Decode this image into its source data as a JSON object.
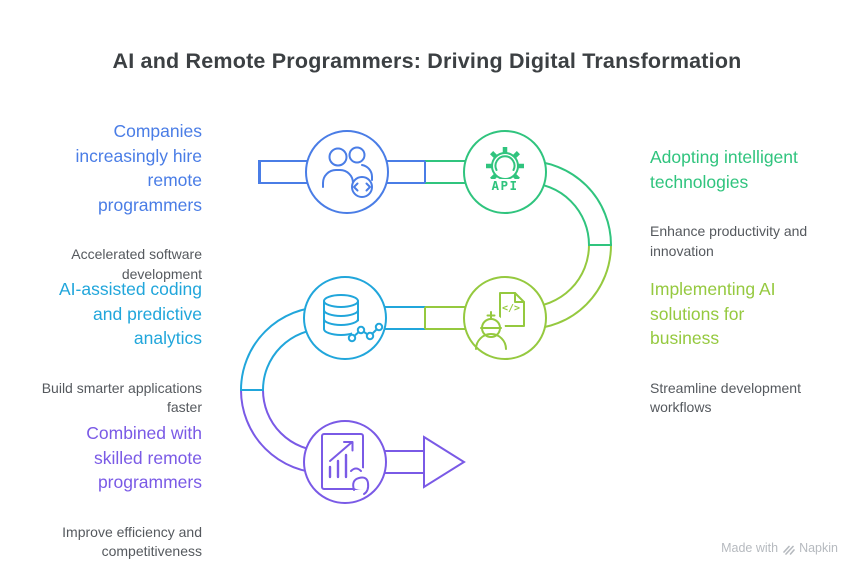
{
  "title": "AI and Remote Programmers: Driving Digital Transformation",
  "palette": {
    "blue": "#4A7DE6",
    "cyan": "#21A6DB",
    "green": "#30C47E",
    "lime": "#95C93F",
    "purple": "#7A5AE6",
    "title_text": "#3C4043",
    "body_text": "#55595E",
    "watermark": "#B6BABF"
  },
  "steps": [
    {
      "heading_lines": [
        "Companies",
        "increasingly hire",
        "remote",
        "programmers"
      ],
      "description_lines": [
        "Accelerated software",
        "development"
      ],
      "color": "blue",
      "icon": "team-code-icon"
    },
    {
      "heading_lines": [
        "AI-assisted coding",
        "and predictive",
        "analytics"
      ],
      "description_lines": [
        "Build smarter applications",
        "faster"
      ],
      "color": "cyan",
      "icon": "database-analytics-icon"
    },
    {
      "heading_lines": [
        "Combined with",
        "skilled remote",
        "programmers"
      ],
      "description_lines": [
        "Improve efficiency and",
        "competitiveness"
      ],
      "color": "purple",
      "icon": "growth-report-icon"
    },
    {
      "heading_lines": [
        "Adopting intelligent",
        "technologies"
      ],
      "description_lines": [
        "Enhance productivity and",
        "innovation"
      ],
      "color": "green",
      "icon": "api-gear-icon"
    },
    {
      "heading_lines": [
        "Implementing AI",
        "solutions for",
        "business"
      ],
      "description_lines": [
        "Streamline development",
        "workflows"
      ],
      "color": "lime",
      "icon": "engineer-code-doc-icon"
    }
  ],
  "labels": {
    "api": "API",
    "code": "</>"
  },
  "watermark": {
    "prefix": "Made with",
    "brand": "Napkin"
  }
}
